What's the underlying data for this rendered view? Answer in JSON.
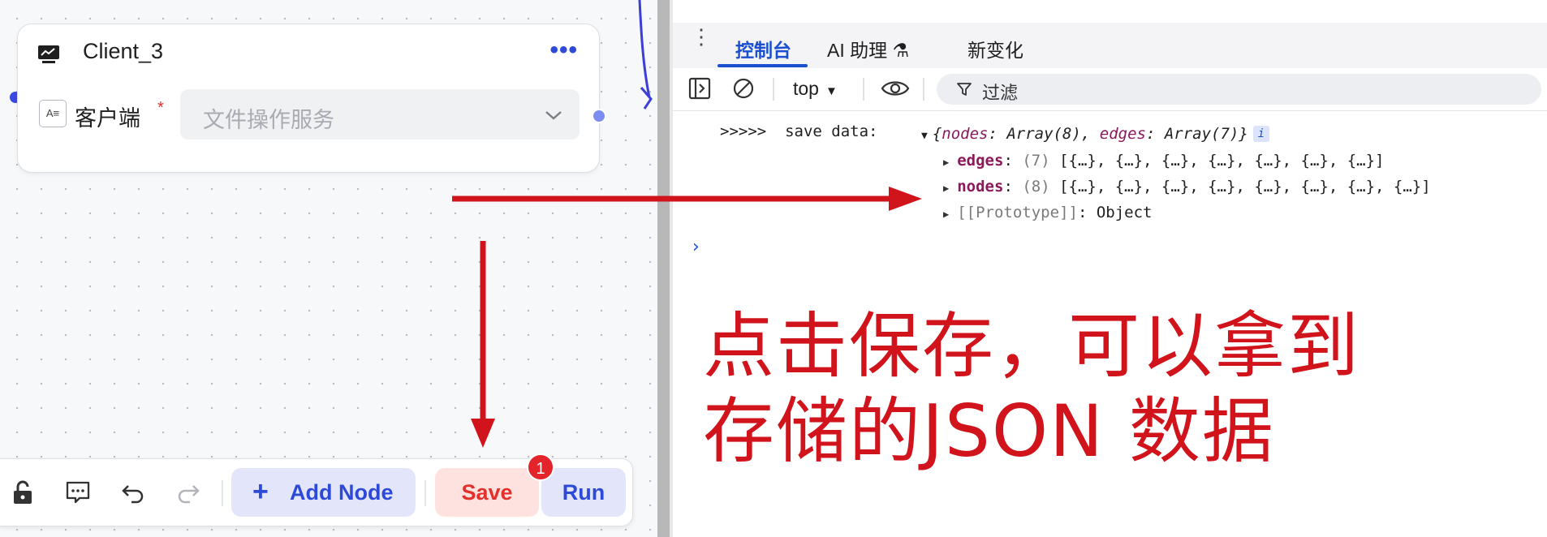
{
  "canvas": {
    "node": {
      "title": "Client_3",
      "more_label": "•••",
      "field_icon_label": "A≡",
      "field_label": "客户端",
      "required_mark": "*",
      "select_placeholder": "文件操作服务"
    },
    "toolbar": {
      "add_node_plus": "+",
      "add_node_label": "Add Node",
      "save_label": "Save",
      "save_badge": "1",
      "run_label": "Run"
    }
  },
  "devtools": {
    "tabs": [
      {
        "label": "控制台",
        "active": true
      },
      {
        "label": "AI 助理 ⚗"
      },
      {
        "label": "新变化"
      }
    ],
    "context_selector": "top",
    "context_caret": "▼",
    "filter_placeholder": "过滤",
    "console": {
      "log_prefix": ">>>>>  save data:",
      "summary_open": "{",
      "summary_key1": "nodes",
      "summary_val1": ": Array(8), ",
      "summary_key2": "edges",
      "summary_val2": ": Array(7)}",
      "info_badge": "i",
      "rows": [
        {
          "key": "edges",
          "count": "(7)",
          "value": " [{…}, {…}, {…}, {…}, {…}, {…}, {…}]"
        },
        {
          "key": "nodes",
          "count": "(8)",
          "value": " [{…}, {…}, {…}, {…}, {…}, {…}, {…}, {…}]"
        },
        {
          "key": "[[Prototype]]",
          "value": "Object"
        }
      ],
      "prompt": "›"
    }
  },
  "annotation": {
    "line1": "点击保存，可以拿到",
    "line2": "存储的JSON 数据",
    "color": "#d1131b"
  },
  "colors": {
    "accent_blue": "#2c49d8",
    "devtools_blue": "#1a4fcf",
    "save_red": "#e4302b"
  }
}
